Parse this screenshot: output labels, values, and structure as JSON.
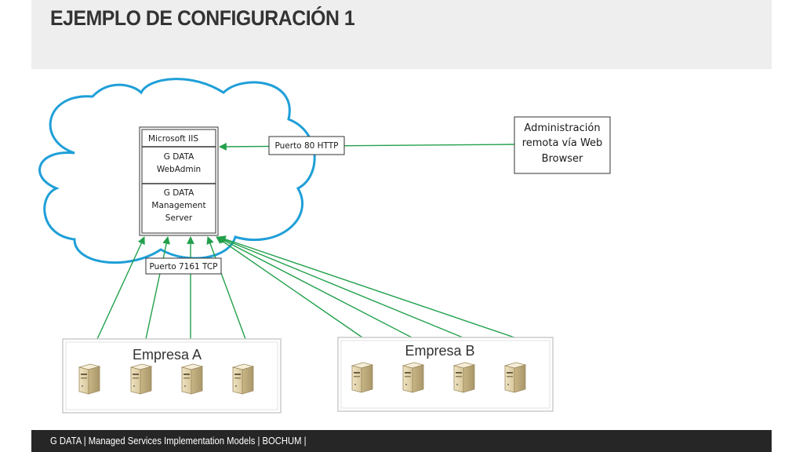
{
  "slide": {
    "title": "EJEMPLO DE CONFIGURACIÓN 1",
    "footer": "G DATA | Managed Services Implementation Models | BOCHUM |"
  },
  "server_stack": {
    "iis": "Microsoft IIS",
    "webadmin": [
      "G DATA",
      "WebAdmin"
    ],
    "management_server": [
      "G DATA",
      "Management",
      "Server"
    ]
  },
  "connections": {
    "http_port": "Puerto 80 HTTP",
    "tcp_port": "Puerto 7161 TCP"
  },
  "remote_admin": [
    "Administración",
    "remota vía Web",
    "Browser"
  ],
  "companies": [
    {
      "name": "Empresa A",
      "servers": 4
    },
    {
      "name": "Empresa B",
      "servers": 4
    }
  ],
  "colors": {
    "cloud": "#1f9fd8",
    "arrow": "#22a04b",
    "header_bg": "#eeeeee",
    "footer_bg": "#262626"
  }
}
